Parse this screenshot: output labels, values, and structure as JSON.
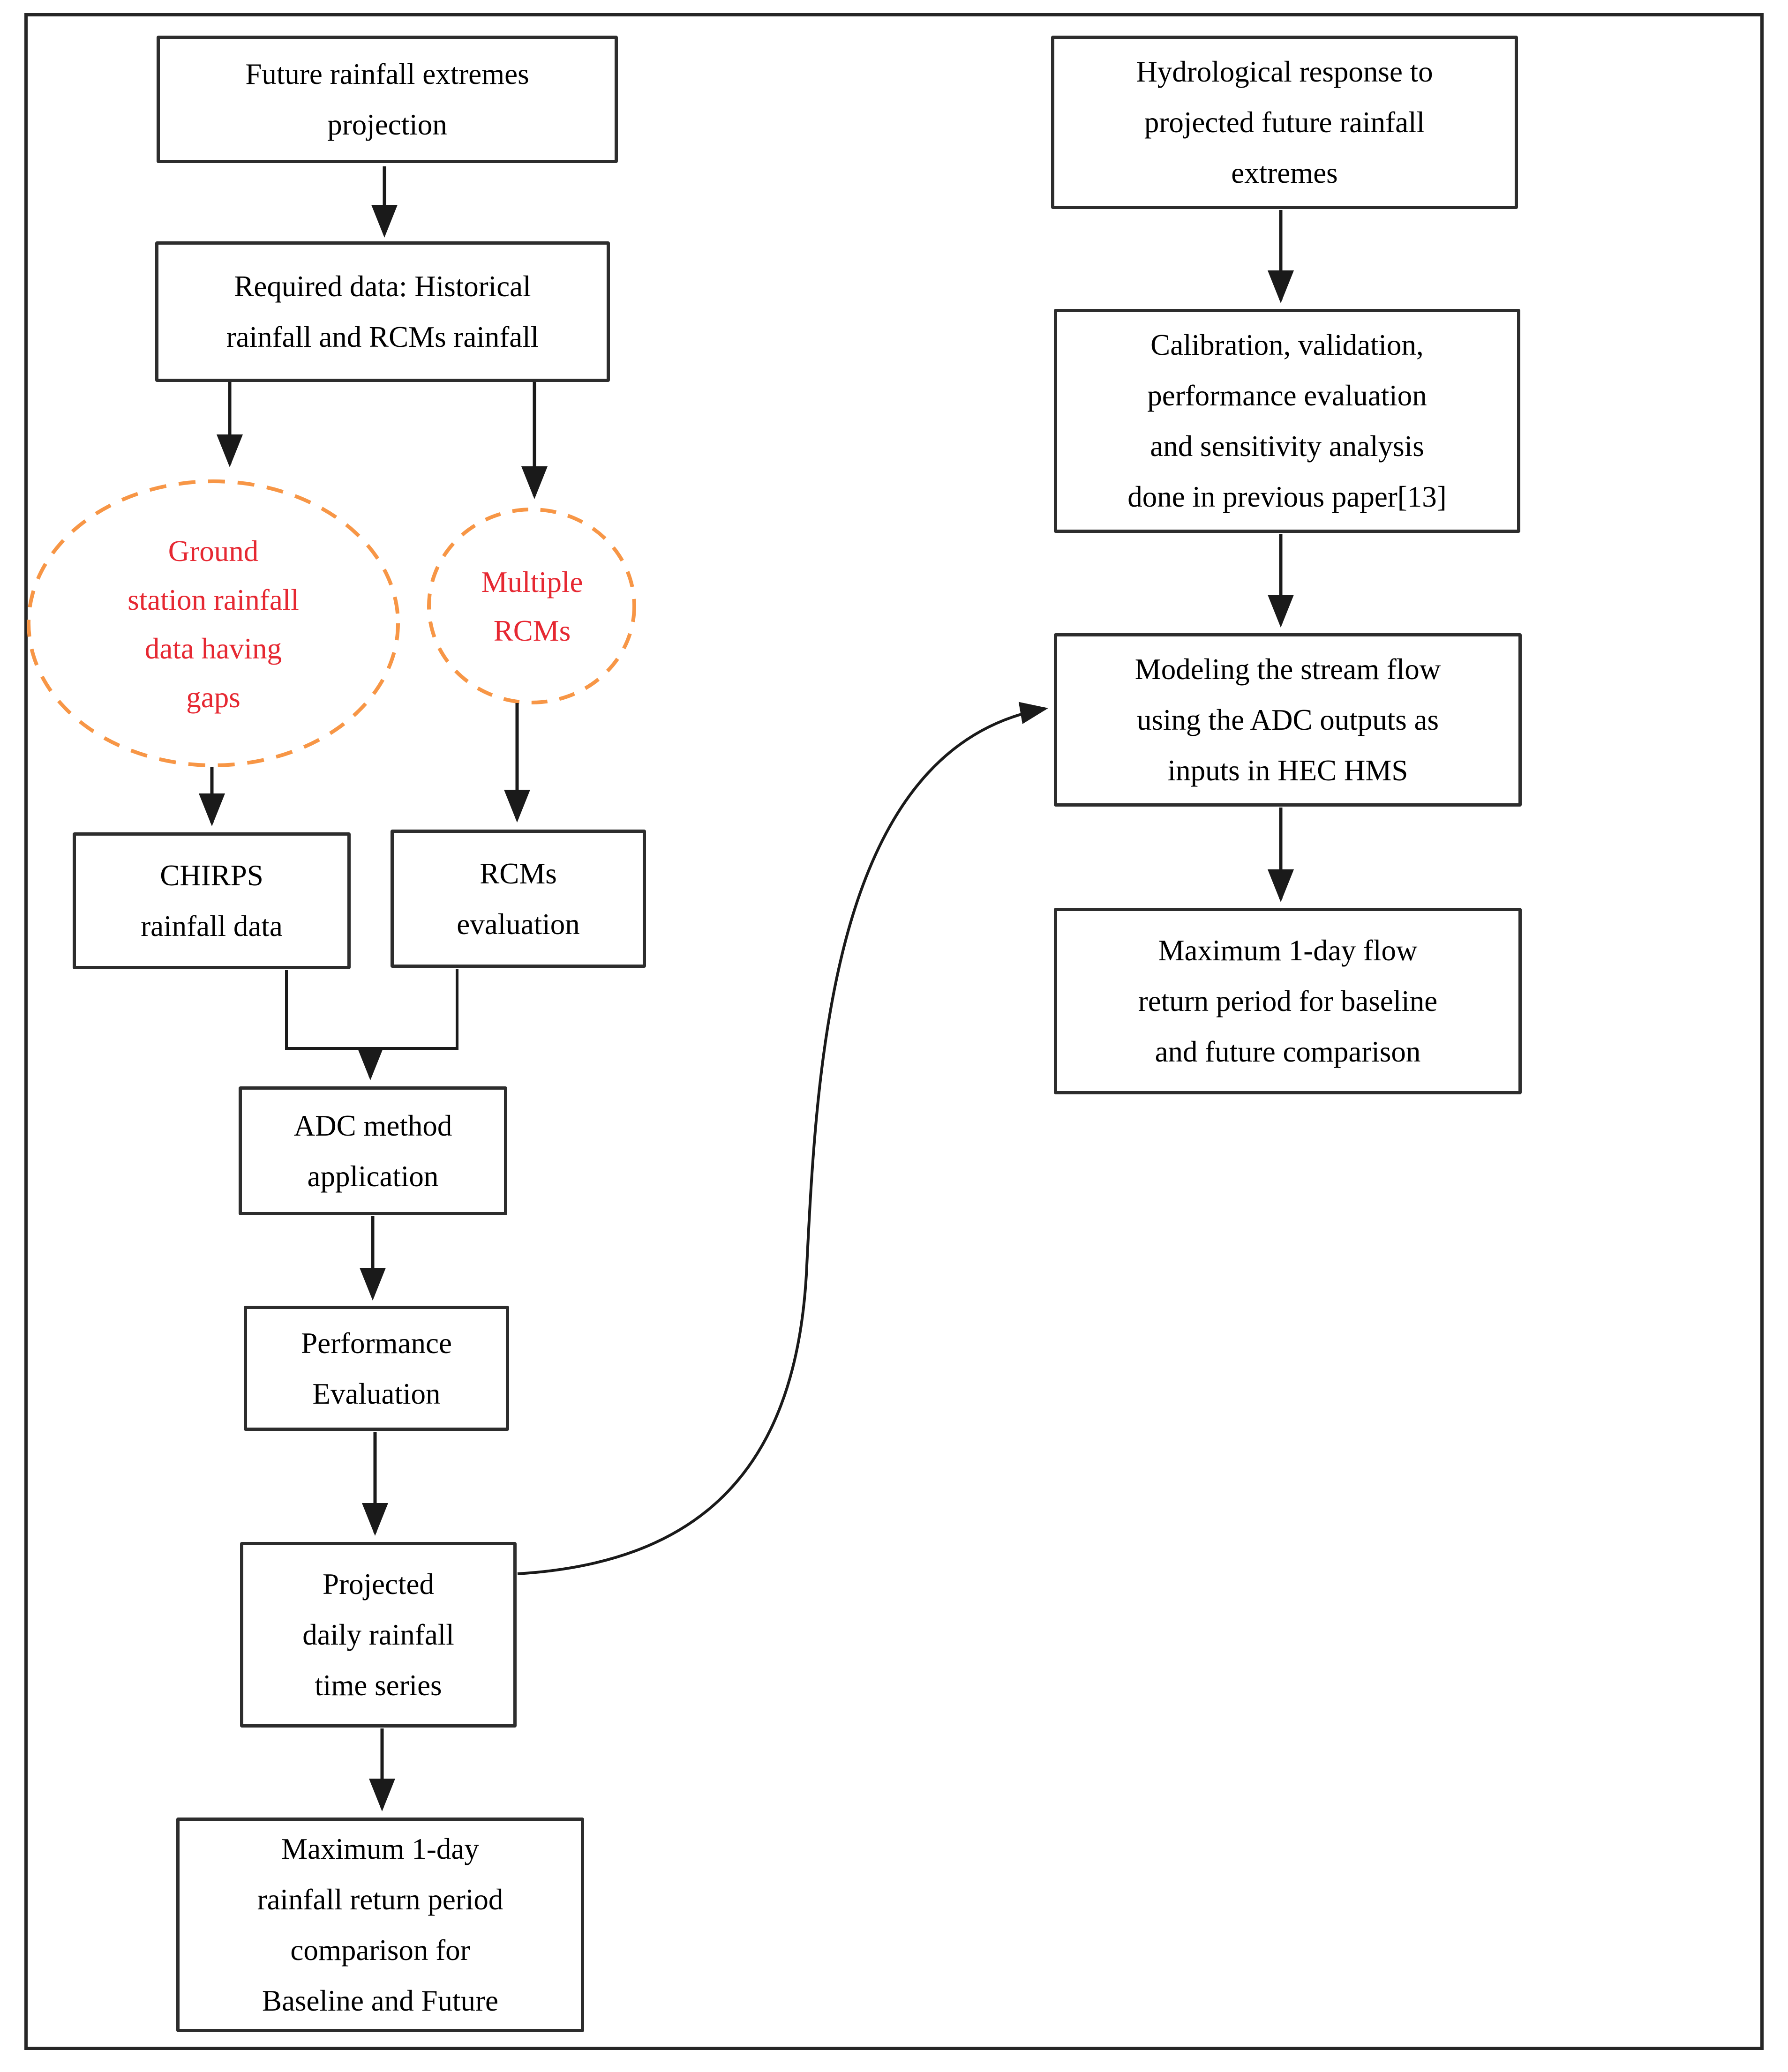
{
  "figure": {
    "type": "flowchart",
    "nodes": {
      "future": "Future rainfall extremes\nprojection",
      "required": "Required data: Historical\nrainfall and RCMs rainfall",
      "ground": "Ground\nstation rainfall\ndata having\ngaps",
      "multiple": "Multiple\nRCMs",
      "chirps": "CHIRPS\nrainfall data",
      "rcms_eval": "RCMs\nevaluation",
      "adc": "ADC method\napplication",
      "performance": "Performance\nEvaluation",
      "projected": "Projected\ndaily rainfall\ntime series",
      "max_rainfall": "Maximum 1-day\nrainfall return period\ncomparison for\nBaseline and Future",
      "hydro": "Hydrological response to\nprojected future rainfall\nextremes",
      "calibration": "Calibration, validation,\nperformance evaluation\nand sensitivity analysis\ndone in previous paper[13]",
      "modeling": "Modeling the stream flow\nusing the ADC outputs as\ninputs in HEC HMS",
      "max_flow": "Maximum 1-day flow\nreturn period for baseline\nand future comparison"
    },
    "colors": {
      "box_border": "#2D2D2D",
      "frame_border": "#262626",
      "arrow": "#1A1A1A",
      "dashed_ellipse": "#F79646",
      "ellipse_text": "#E62832",
      "background": "#FFFFFF",
      "box_text": "#000000"
    }
  }
}
